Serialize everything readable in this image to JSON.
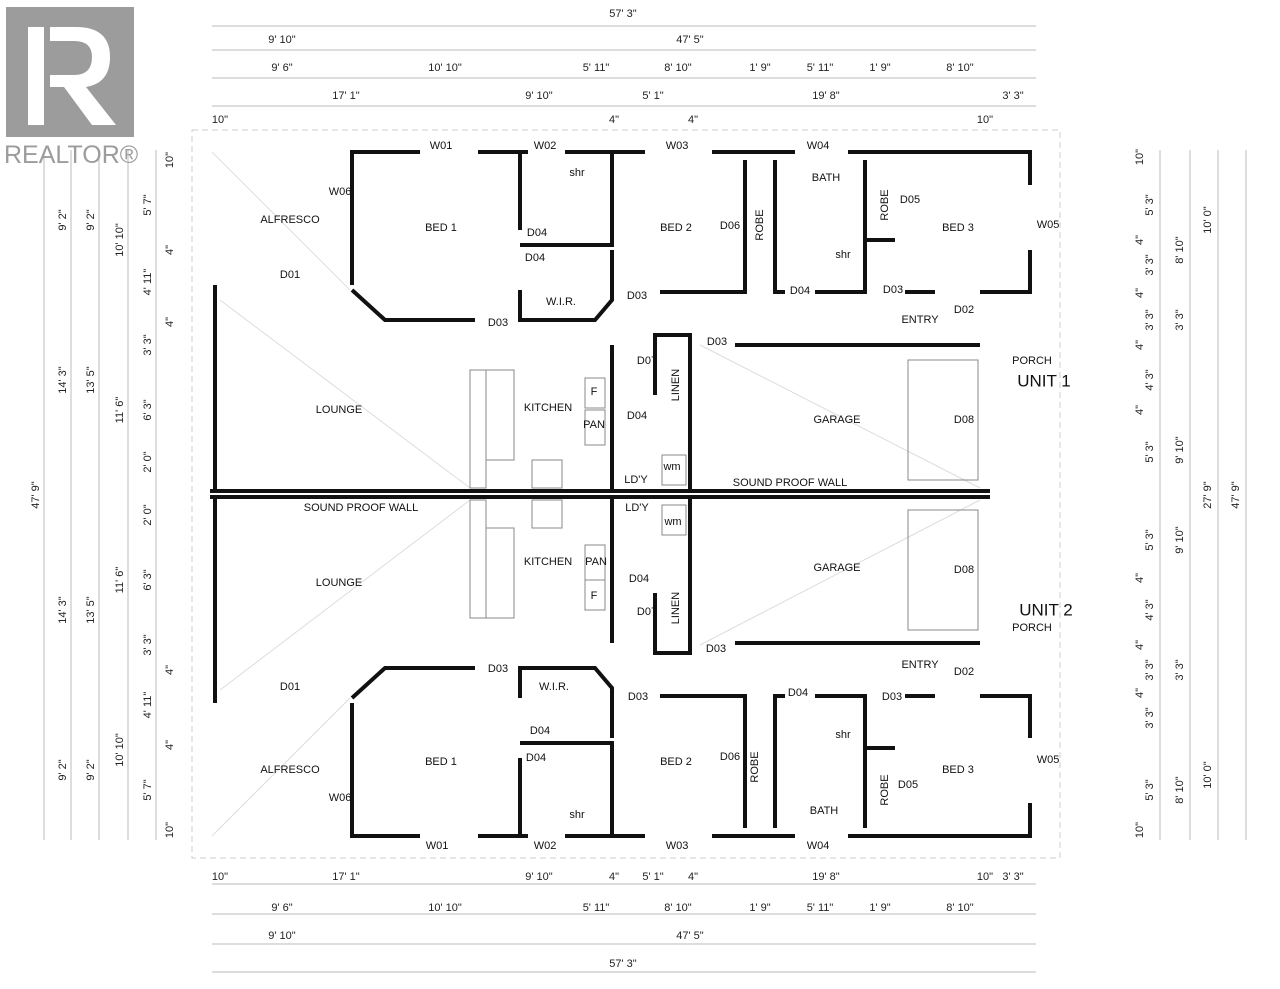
{
  "logo": {
    "text": "REALTOR®"
  },
  "dims_top": [
    "57' 3\"",
    "9' 10\"",
    "47' 5\"",
    "9' 6\"",
    "10' 10\"",
    "5' 11\"",
    "8' 10\"",
    "1' 9\"",
    "5' 11\"",
    "1' 9\"",
    "8' 10\"",
    "17' 1\"",
    "9' 10\"",
    "5' 1\"",
    "19' 8\"",
    "3' 3\"",
    "10\"",
    "4\"",
    "4\"",
    "10\""
  ],
  "dims_bottom": [
    "10\"",
    "17' 1\"",
    "9' 10\"",
    "4\"",
    "5' 1\"",
    "4\"",
    "19' 8\"",
    "10\"",
    "3' 3\"",
    "9' 6\"",
    "10' 10\"",
    "5' 11\"",
    "8' 10\"",
    "1' 9\"",
    "5' 11\"",
    "1' 9\"",
    "8' 10\"",
    "9' 10\"",
    "47' 5\"",
    "57' 3\""
  ],
  "dims_left": [
    "47' 9\"",
    "9' 2\"",
    "14' 3\"",
    "14' 3\"",
    "9' 2\"",
    "9' 2\"",
    "13' 5\"",
    "13' 5\"",
    "9' 2\"",
    "10' 10\"",
    "11' 6\"",
    "11' 6\"",
    "10' 10\"",
    "10\"",
    "5' 7\"",
    "4\"",
    "4' 11\"",
    "4\"",
    "3' 3\"",
    "6' 3\"",
    "2' 0\"",
    "2' 0\"",
    "6' 3\"",
    "3' 3\"",
    "4\"",
    "4' 11\"",
    "4\"",
    "5' 7\"",
    "10\""
  ],
  "dims_right": [
    "10\"",
    "5' 3\"",
    "4\"",
    "3' 3\"",
    "4\"",
    "3' 3\"",
    "4\"",
    "4' 3\"",
    "4\"",
    "5' 3\"",
    "5' 3\"",
    "4\"",
    "4' 3\"",
    "4\"",
    "3' 3\"",
    "4\"",
    "3' 3\"",
    "5' 3\"",
    "10\"",
    "8' 10\"",
    "3' 3\"",
    "9' 10\"",
    "9' 10\"",
    "3' 3\"",
    "8' 10\"",
    "10' 0\"",
    "27' 9\"",
    "10' 0\"",
    "47' 9\""
  ],
  "unit1": {
    "title": "UNIT 1",
    "labels": [
      "ALFRESCO",
      "W06",
      "BED 1",
      "W01",
      "W02",
      "W03",
      "W04",
      "shr",
      "D04",
      "D04",
      "W.I.R.",
      "D03",
      "BED 2",
      "D06",
      "ROBE",
      "D03",
      "BATH",
      "ROBE",
      "D05",
      "BED 3",
      "W05",
      "shr",
      "D04",
      "D03",
      "D02",
      "ENTRY",
      "D01",
      "LOUNGE",
      "KITCHEN",
      "F",
      "PAN",
      "D07",
      "LINEN",
      "D03",
      "D04",
      "LD'Y",
      "wm",
      "GARAGE",
      "D08",
      "SOUND PROOF WALL",
      "PORCH"
    ]
  },
  "unit2": {
    "title": "UNIT 2",
    "labels": [
      "SOUND PROOF WALL",
      "LD'Y",
      "wm",
      "KITCHEN",
      "PAN",
      "F",
      "LOUNGE",
      "GARAGE",
      "D08",
      "D04",
      "D07",
      "LINEN",
      "D03",
      "PORCH",
      "ENTRY",
      "D02",
      "D03",
      "D01",
      "W.I.R.",
      "D03",
      "D04",
      "D03",
      "shr",
      "D04",
      "D04",
      "BED 1",
      "BED 2",
      "D06",
      "ROBE",
      "BED 3",
      "W05",
      "D05",
      "ROBE",
      "BATH",
      "ALFRESCO",
      "W06",
      "shr",
      "W01",
      "W02",
      "W03",
      "W04"
    ]
  },
  "colors": {
    "wall": "#111111",
    "logo": "#9c9c9c",
    "dim": "#bbbbbb"
  }
}
